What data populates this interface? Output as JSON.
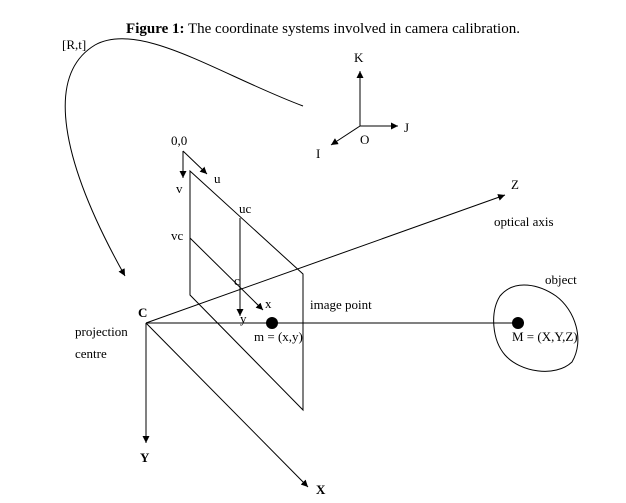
{
  "caption": {
    "prefix": "Figure 1:",
    "text": "The coordinate systems involved in camera calibration."
  },
  "labels": {
    "rt": "[R,t]",
    "world_k": "K",
    "world_o": "O",
    "world_i": "I",
    "world_j": "J",
    "origin": "0,0",
    "u": "u",
    "v": "v",
    "uc": "uc",
    "vc": "vc",
    "c": "c",
    "x_small": "x",
    "y_small": "y",
    "center_c": "C",
    "projection": "projection",
    "centre": "centre",
    "axis_y": "Y",
    "axis_x": "X",
    "axis_z": "Z",
    "optical_axis": "optical axis",
    "image_point": "image point",
    "m_eq": "m = (x,y)",
    "object": "object",
    "M_eq": "M = (X,Y,Z)"
  },
  "colors": {
    "stroke": "#000000",
    "background": "#ffffff"
  }
}
